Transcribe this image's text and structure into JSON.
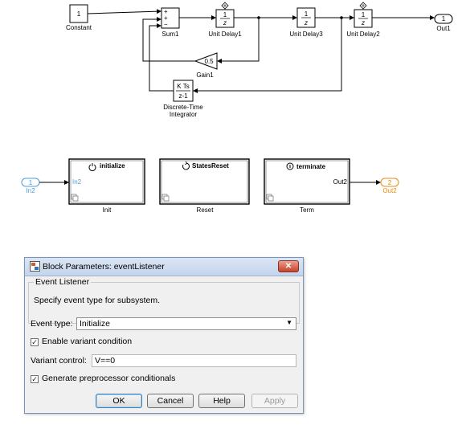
{
  "diagram": {
    "top": {
      "constant": {
        "value": "1",
        "label": "Constant"
      },
      "sum": {
        "label": "Sum1",
        "signs": [
          "+",
          "+",
          "−"
        ]
      },
      "unit_delay1": {
        "num": "1",
        "den": "z",
        "label": "Unit Delay1"
      },
      "unit_delay3": {
        "num": "1",
        "den": "z",
        "label": "Unit Delay3"
      },
      "unit_delay2": {
        "num": "1",
        "den": "z",
        "label": "Unit Delay2"
      },
      "out1": {
        "value": "1",
        "label": "Out1"
      },
      "gain": {
        "value": "0.5",
        "label": "Gain1"
      },
      "integrator": {
        "num": "K Ts",
        "den": "z-1",
        "label_line1": "Discrete-Time",
        "label_line2": "Integrator"
      }
    },
    "bottom": {
      "in2": {
        "value": "1",
        "label": "In2",
        "color": "#4a9fd8"
      },
      "init": {
        "title": "initialize",
        "port": "In2",
        "label": "Init"
      },
      "reset": {
        "title": "StatesReset",
        "label": "Reset"
      },
      "term": {
        "title": "terminate",
        "port": "Out2",
        "label": "Term"
      },
      "out2": {
        "value": "2",
        "label": "Out2",
        "color": "#e88a10"
      }
    }
  },
  "dialog": {
    "title": "Block Parameters: eventListener",
    "close_symbol": "✕",
    "group_title": "Event Listener",
    "group_description": "Specify event type for subsystem.",
    "event_type_label": "Event type:",
    "event_type_value": "Initialize",
    "enable_variant_label": "Enable variant condition",
    "enable_variant_checked": true,
    "variant_control_label": "Variant control:",
    "variant_control_value": "V==0",
    "generate_preprocessor_label": "Generate preprocessor conditionals",
    "generate_preprocessor_checked": true,
    "buttons": {
      "ok": "OK",
      "cancel": "Cancel",
      "help": "Help",
      "apply": "Apply"
    }
  }
}
